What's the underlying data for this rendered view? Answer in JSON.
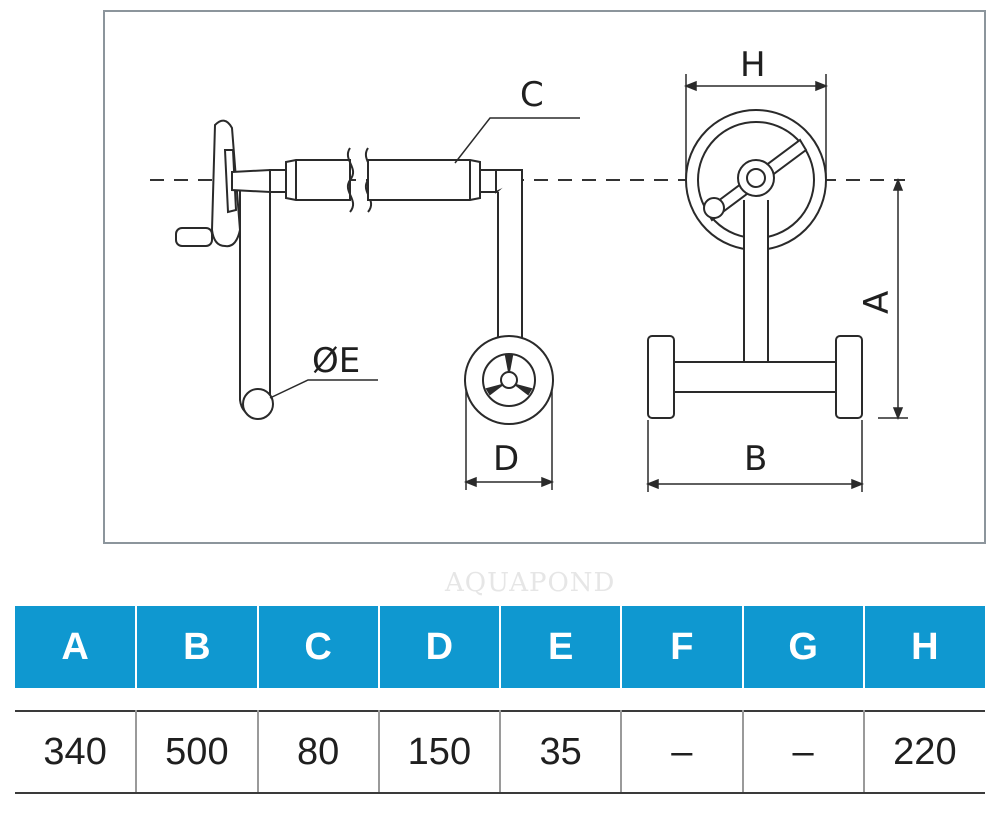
{
  "diagram": {
    "labels": {
      "C": "C",
      "E": "ØE",
      "D": "D",
      "H": "H",
      "A": "A",
      "B": "B"
    },
    "colors": {
      "frame": "#8c959c",
      "line": "#2a2a2a",
      "fill": "#ffffff",
      "shade": "#d8d8d8"
    }
  },
  "watermark": "AQUAPOND",
  "table": {
    "headers": [
      "A",
      "B",
      "C",
      "D",
      "E",
      "F",
      "G",
      "H"
    ],
    "values": [
      "340",
      "500",
      "80",
      "150",
      "35",
      "–",
      "–",
      "220"
    ],
    "header_color": "#0f98d0"
  }
}
